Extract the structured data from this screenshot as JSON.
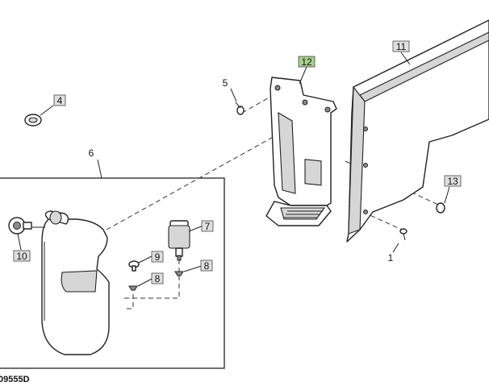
{
  "reference_code": "09555D",
  "colors": {
    "highlight_callout": "#a9d18e",
    "callout_box": "#e0e0e0"
  },
  "callouts": [
    {
      "id": "1",
      "label": "1"
    },
    {
      "id": "4",
      "label": "4"
    },
    {
      "id": "5",
      "label": "5"
    },
    {
      "id": "6",
      "label": "6"
    },
    {
      "id": "7",
      "label": "7"
    },
    {
      "id": "8a",
      "label": "8"
    },
    {
      "id": "8b",
      "label": "8"
    },
    {
      "id": "9",
      "label": "9"
    },
    {
      "id": "10",
      "label": "10"
    },
    {
      "id": "11",
      "label": "11"
    },
    {
      "id": "12",
      "label": "12",
      "highlighted": true
    },
    {
      "id": "13",
      "label": "13"
    }
  ]
}
